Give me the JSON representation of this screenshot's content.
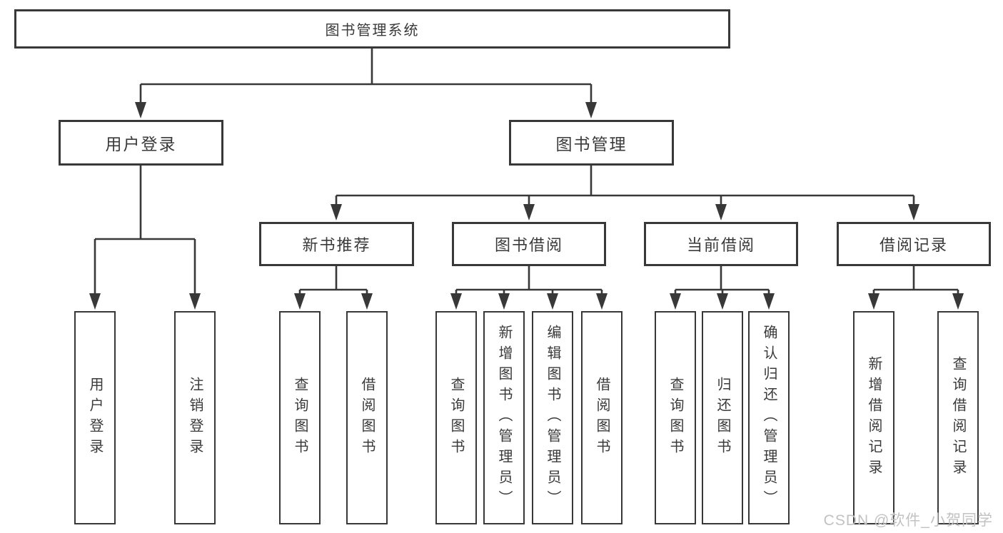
{
  "diagram": {
    "title": "图书管理系统",
    "watermark": "CSDN @软件_小贺同学",
    "colors": {
      "line": "#383838",
      "text": "#3a3a3a",
      "box_background": "#ffffff",
      "watermark": "#c2c2c2"
    },
    "nodes": [
      {
        "id": "root",
        "label": "图书管理系统"
      },
      {
        "id": "user-login",
        "label": "用户登录"
      },
      {
        "id": "book-management",
        "label": "图书管理"
      },
      {
        "id": "new-book-recommend",
        "label": "新书推荐"
      },
      {
        "id": "book-borrowing",
        "label": "图书借阅"
      },
      {
        "id": "current-borrowing",
        "label": "当前借阅"
      },
      {
        "id": "borrowing-records",
        "label": "借阅记录"
      },
      {
        "id": "leaf-user-login",
        "label": "用户登录"
      },
      {
        "id": "leaf-logout",
        "label": "注销登录"
      },
      {
        "id": "leaf-query-book-1",
        "label": "查询图书"
      },
      {
        "id": "leaf-borrow-book-1",
        "label": "借阅图书"
      },
      {
        "id": "leaf-query-book-2",
        "label": "查询图书"
      },
      {
        "id": "leaf-add-book",
        "label": "新增图书（管理员）"
      },
      {
        "id": "leaf-edit-book",
        "label": "编辑图书（管理员）"
      },
      {
        "id": "leaf-borrow-book-2",
        "label": "借阅图书"
      },
      {
        "id": "leaf-query-book-3",
        "label": "查询图书"
      },
      {
        "id": "leaf-return-book",
        "label": "归还图书"
      },
      {
        "id": "leaf-confirm-return",
        "label": "确认归还（管理员）"
      },
      {
        "id": "leaf-add-record",
        "label": "新增借阅记录"
      },
      {
        "id": "leaf-query-record",
        "label": "查询借阅记录"
      }
    ]
  }
}
